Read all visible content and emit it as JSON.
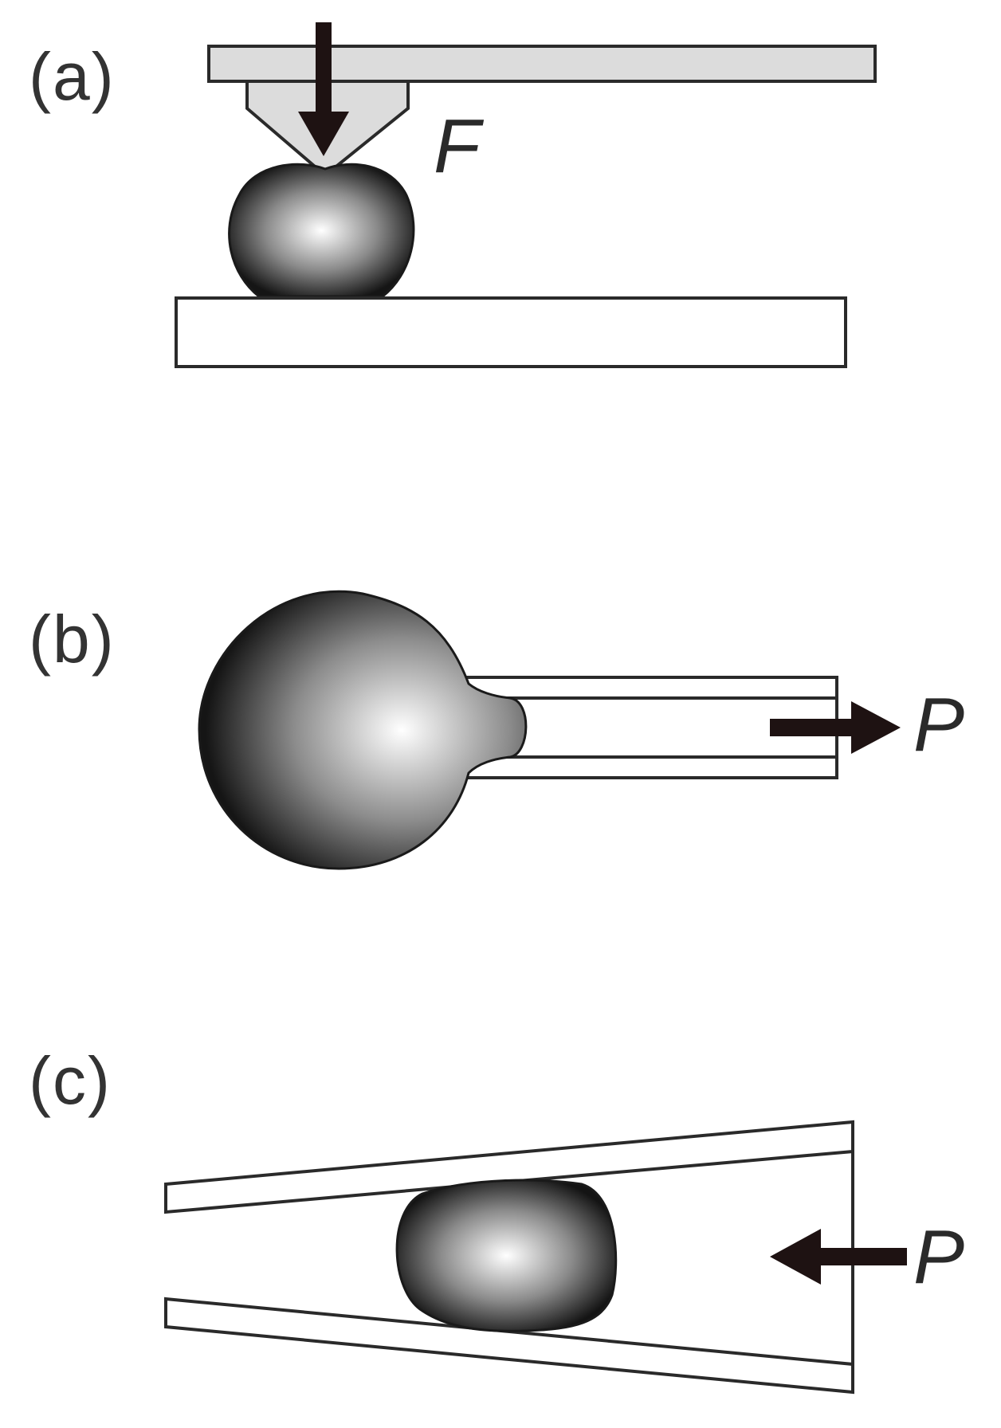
{
  "panels": {
    "a": {
      "label": "(a)",
      "force_label": "F"
    },
    "b": {
      "label": "(b)",
      "pressure_label": "P"
    },
    "c": {
      "label": "(c)",
      "pressure_label": "P"
    }
  },
  "colors": {
    "outline": "#2a2a2a",
    "cantilever_fill": "#dcdcdc",
    "arrow": "#1e1212",
    "cell_dark": "#1a1a1a",
    "cell_light": "#ffffff"
  }
}
